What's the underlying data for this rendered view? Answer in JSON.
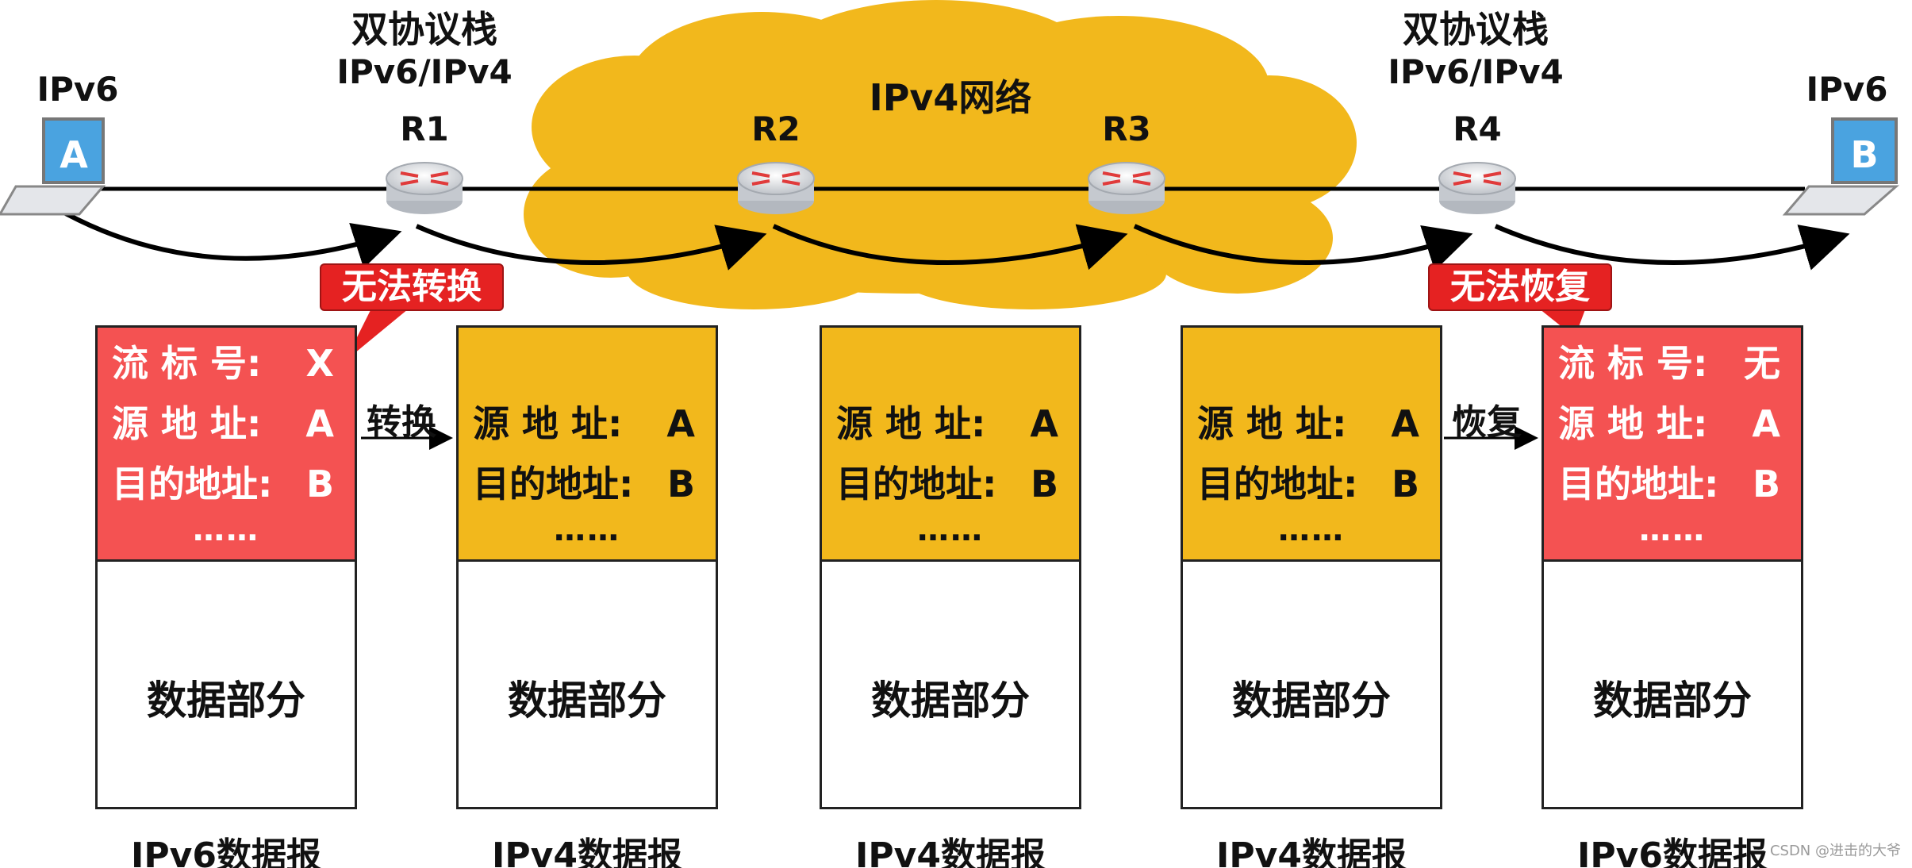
{
  "dual_stack_label": "双协议栈",
  "dual_stack_proto": "IPv6/IPv4",
  "ipv4_network": "IPv4网络",
  "hosts": [
    {
      "id": "A",
      "type": "IPv6"
    },
    {
      "id": "B",
      "type": "IPv6"
    }
  ],
  "routers": [
    "R1",
    "R2",
    "R3",
    "R4"
  ],
  "callouts": {
    "convert_fail": "无法转换",
    "restore_fail": "无法恢复"
  },
  "arrow_labels": {
    "convert": "转换",
    "restore": "恢复"
  },
  "packets": [
    {
      "caption": "IPv6数据报",
      "color": "red",
      "fields": [
        {
          "key": "流 标 号:",
          "value": "X"
        },
        {
          "key": "源 地 址:",
          "value": "A"
        },
        {
          "key": "目的地址:",
          "value": "B"
        }
      ],
      "ellipsis": "……",
      "body": "数据部分"
    },
    {
      "caption": "IPv4数据报",
      "color": "yellow",
      "fields": [
        {
          "key": "源 地 址:",
          "value": "A"
        },
        {
          "key": "目的地址:",
          "value": "B"
        }
      ],
      "ellipsis": "……",
      "body": "数据部分"
    },
    {
      "caption": "IPv4数据报",
      "color": "yellow",
      "fields": [
        {
          "key": "源 地 址:",
          "value": "A"
        },
        {
          "key": "目的地址:",
          "value": "B"
        }
      ],
      "ellipsis": "……",
      "body": "数据部分"
    },
    {
      "caption": "IPv4数据报",
      "color": "yellow",
      "fields": [
        {
          "key": "源 地 址:",
          "value": "A"
        },
        {
          "key": "目的地址:",
          "value": "B"
        }
      ],
      "ellipsis": "……",
      "body": "数据部分"
    },
    {
      "caption": "IPv6数据报",
      "color": "red",
      "fields": [
        {
          "key": "流 标 号:",
          "value": "无"
        },
        {
          "key": "源 地 址:",
          "value": "A"
        },
        {
          "key": "目的地址:",
          "value": "B"
        }
      ],
      "ellipsis": "……",
      "body": "数据部分"
    }
  ],
  "colors": {
    "ipv6_header": "#f45252",
    "ipv4_header": "#f2b81c",
    "cloud": "#f2b81c",
    "callout": "#e52222",
    "laptop": "#4aa3e0"
  },
  "watermark": "CSDN @进击的大爷"
}
